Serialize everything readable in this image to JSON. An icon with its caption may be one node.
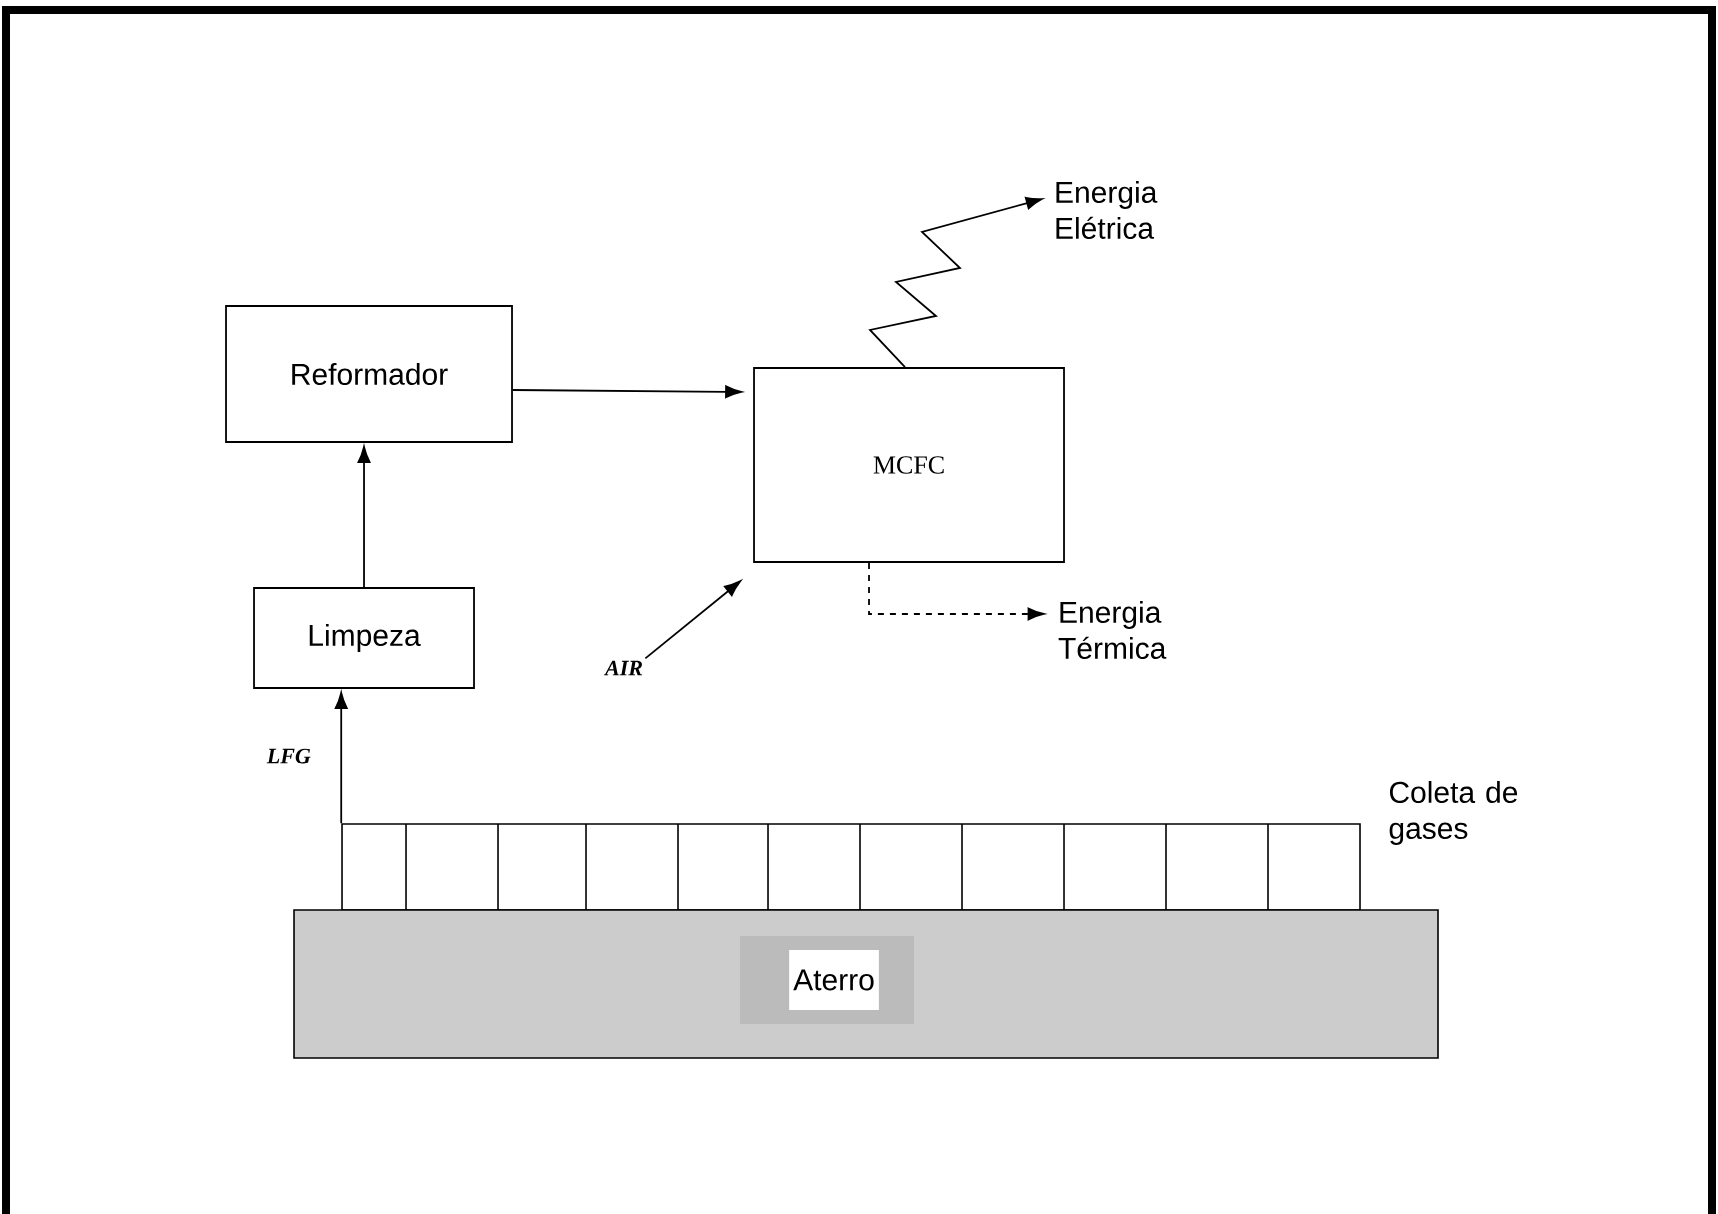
{
  "diagram": {
    "nodes": [
      {
        "text": [
          "Reformador"
        ]
      },
      {
        "text": [
          "MCFC"
        ]
      },
      {
        "text": [
          "Limpeza"
        ]
      },
      {
        "text": [
          "Energia Elétrica"
        ]
      },
      {
        "text": [
          "Energia Térmica"
        ]
      },
      {
        "text": [
          "AIR"
        ]
      },
      {
        "text": [
          "Coleta de gases"
        ]
      },
      {
        "text": [
          "Aterro"
        ]
      }
    ],
    "edges": [
      {
        "from": 6,
        "to": 2,
        "arrow": "to",
        "label": "LFG"
      },
      {
        "from": 2,
        "to": 0,
        "arrow": "to"
      },
      {
        "from": 0,
        "to": 1,
        "arrow": "to"
      },
      {
        "from": 1,
        "to": 3,
        "arrow": "to"
      },
      {
        "from": 1,
        "to": 4,
        "arrow": "to",
        "style": "dashed"
      },
      {
        "from": 5,
        "to": 1,
        "arrow": "to"
      }
    ]
  }
}
